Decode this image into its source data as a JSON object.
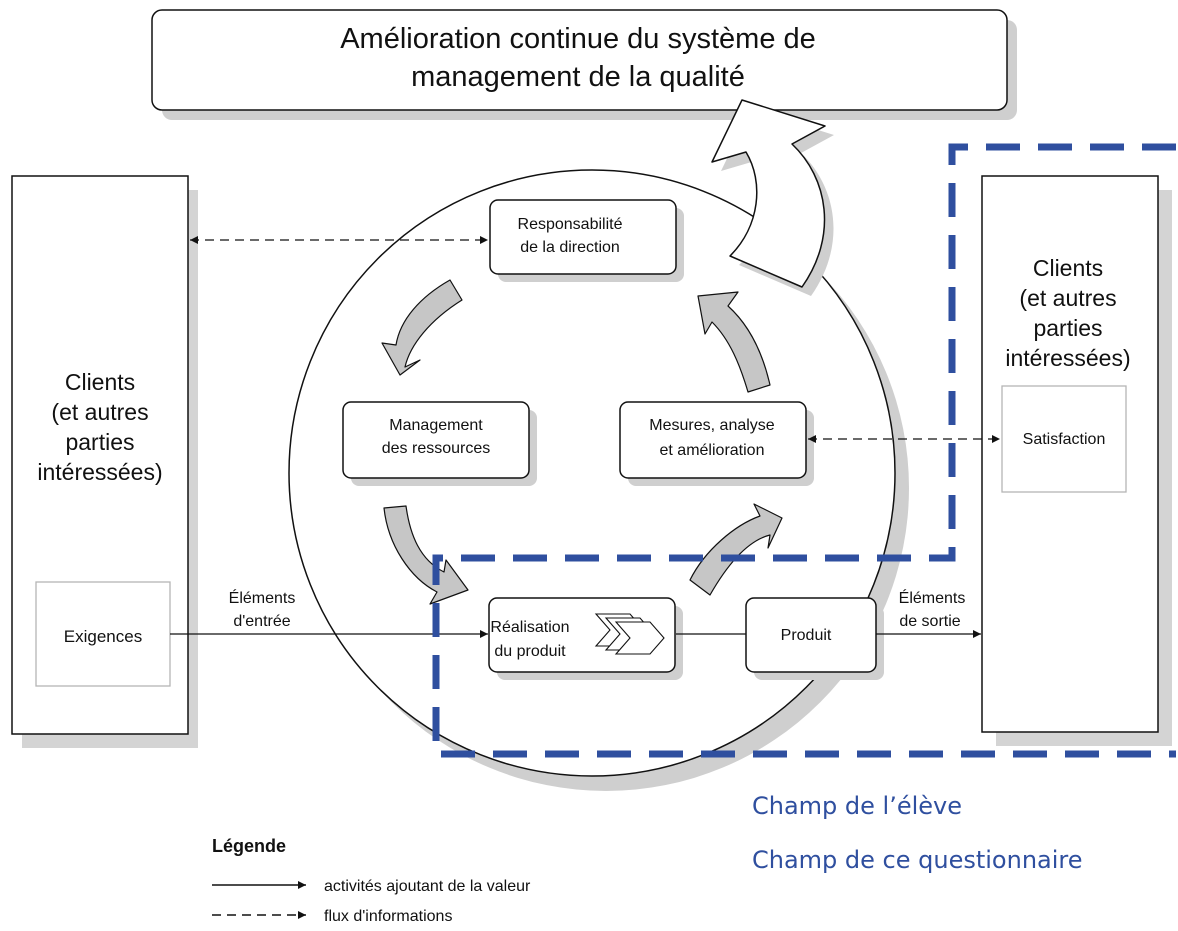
{
  "title": {
    "line1": "Amélioration continue du système de",
    "line2": "management de la qualité"
  },
  "left_clients": {
    "line1": "Clients",
    "line2": "(et autres",
    "line3": "parties",
    "line4": "intéressées)",
    "requirements": "Exigences"
  },
  "right_clients": {
    "line1": "Clients",
    "line2": "(et autres",
    "line3": "parties",
    "line4": "intéressées)",
    "satisfaction": "Satisfaction"
  },
  "processes": {
    "responsabilite": {
      "line1": "Responsabilité",
      "line2": "de la direction"
    },
    "management": {
      "line1": "Management",
      "line2": "des ressources"
    },
    "mesures": {
      "line1": "Mesures, analyse",
      "line2": "et amélioration"
    },
    "realisation": {
      "line1": "Réalisation",
      "line2": "du produit"
    },
    "produit": "Produit"
  },
  "flows": {
    "inputs": {
      "line1": "Éléments",
      "line2": "d'entrée"
    },
    "outputs": {
      "line1": "Éléments",
      "line2": "de sortie"
    }
  },
  "scopes": {
    "student": "Champ de l’élève",
    "questionnaire": "Champ de ce questionnaire",
    "border_color": "#2f4f9f"
  },
  "legend": {
    "title": "Légende",
    "solid": "activités ajoutant de la valeur",
    "dashed": "flux d'informations"
  }
}
